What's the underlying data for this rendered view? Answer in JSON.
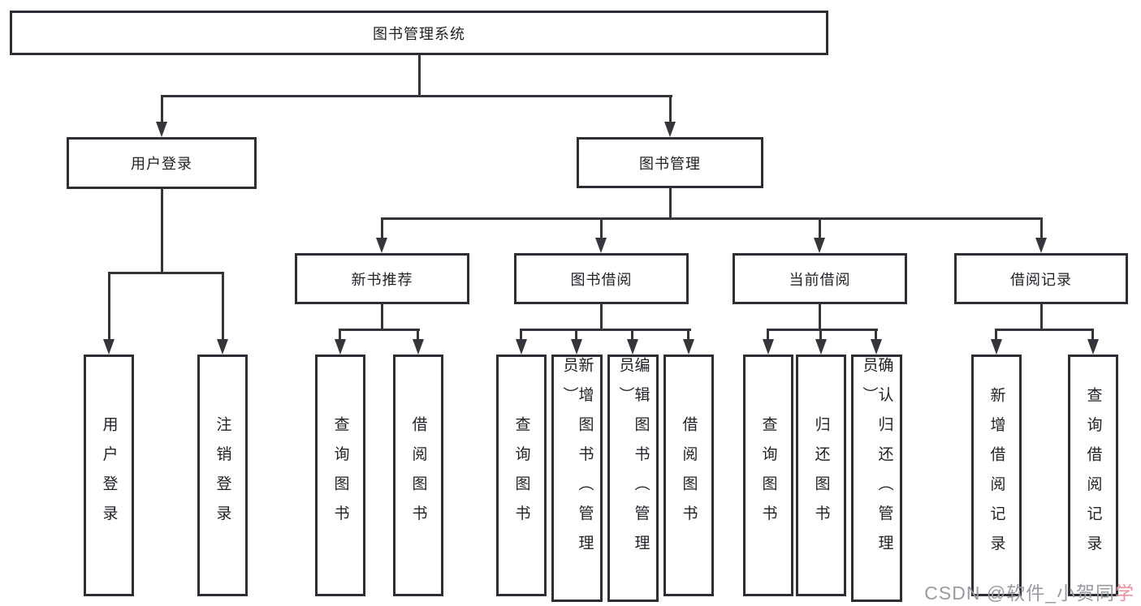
{
  "tree": {
    "root": "图书管理系统",
    "branches": [
      {
        "label": "用户登录",
        "children": [
          "用户登录",
          "注销登录"
        ]
      },
      {
        "label": "图书管理",
        "sections": [
          {
            "label": "新书推荐",
            "children": [
              "查询图书",
              "借阅图书"
            ]
          },
          {
            "label": "图书借阅",
            "children": [
              "查询图书",
              "新增图书（管理员）",
              "编辑图书（管理员）",
              "借阅图书"
            ]
          },
          {
            "label": "当前借阅",
            "children": [
              "查询图书",
              "归还图书",
              "确认归还（管理员）"
            ]
          },
          {
            "label": "借阅记录",
            "children": [
              "新增借阅记录",
              "查询借阅记录"
            ]
          }
        ]
      }
    ]
  },
  "watermark": {
    "prefix": "CSDN @软件_小贺同",
    "accent": "学"
  },
  "colors": {
    "line": "#34363b",
    "box_border": "#2d2f34",
    "text": "#1e2126",
    "background": "#ffffff",
    "watermark_gray": "#9a9aa0",
    "watermark_pink": "#ef8f9d"
  }
}
